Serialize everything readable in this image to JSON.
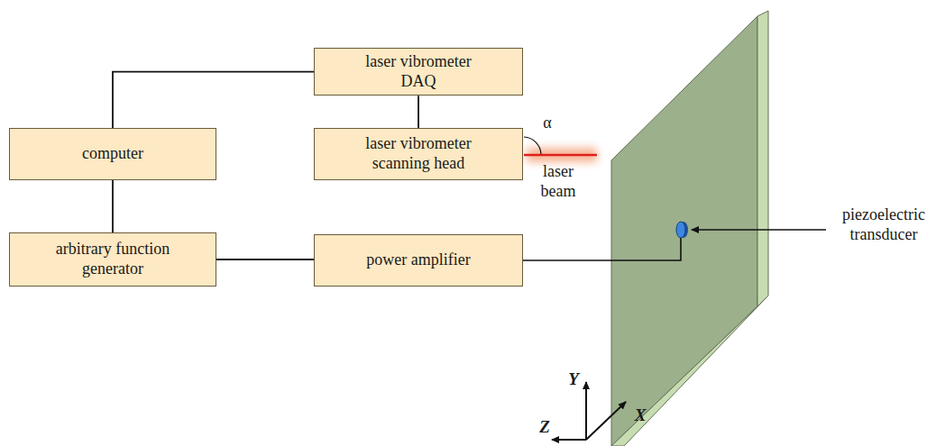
{
  "diagram": {
    "nodes": [
      {
        "text": [
          "laser vibrometer DAQ"
        ]
      },
      {
        "text": [
          "computer"
        ]
      },
      {
        "text": [
          "laser vibrometer scanning head"
        ]
      },
      {
        "text": [
          "arbitrary function generator"
        ]
      },
      {
        "text": [
          "power amplifier"
        ]
      }
    ],
    "edges": [
      {
        "from": 1,
        "to": 0,
        "arrow": "none"
      },
      {
        "from": 0,
        "to": 2,
        "arrow": "none"
      },
      {
        "from": 1,
        "to": 3,
        "arrow": "none"
      },
      {
        "from": 3,
        "to": 4,
        "arrow": "none"
      }
    ],
    "labels": [
      "α",
      "laser beam",
      "piezoelectric transducer",
      "Y",
      "Z",
      "X"
    ]
  }
}
